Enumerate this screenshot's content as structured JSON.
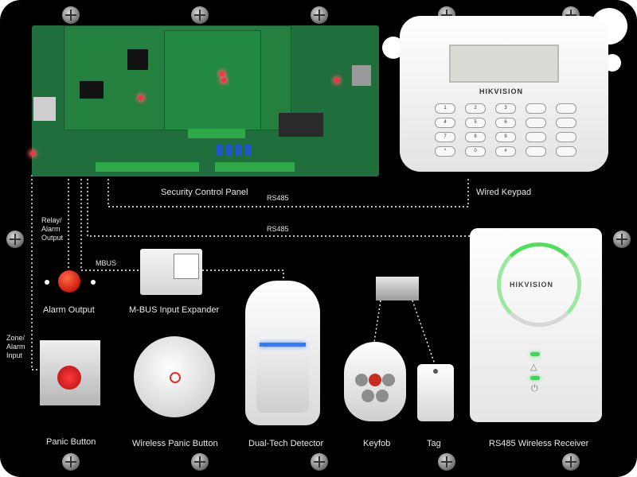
{
  "devices": {
    "control_panel": "Security Control Panel",
    "keypad": "Wired Keypad",
    "alarm_output": "Alarm Output",
    "input_expander": "M-BUS Input Expander",
    "panic_button": "Panic Button",
    "wireless_panic_button": "Wireless Panic Button",
    "detector": "Dual-Tech Detector",
    "keyfob": "Keyfob",
    "tag": "Tag",
    "receiver": "RS485 Wireless Receiver"
  },
  "connections": {
    "rs485_keypad": "RS485",
    "rs485_receiver": "RS485",
    "mbus": "MBUS",
    "relay_output": "Relay/ Alarm Output",
    "zone_input": "Zone/ Alarm Input"
  },
  "branding": {
    "keypad_logo": "HIKVISION",
    "receiver_logo": "HIKVISION"
  },
  "colors": {
    "background": "#000000",
    "wire": "#ffffff",
    "pcb": "#1f6e3b",
    "status_led": "#39d84f"
  }
}
